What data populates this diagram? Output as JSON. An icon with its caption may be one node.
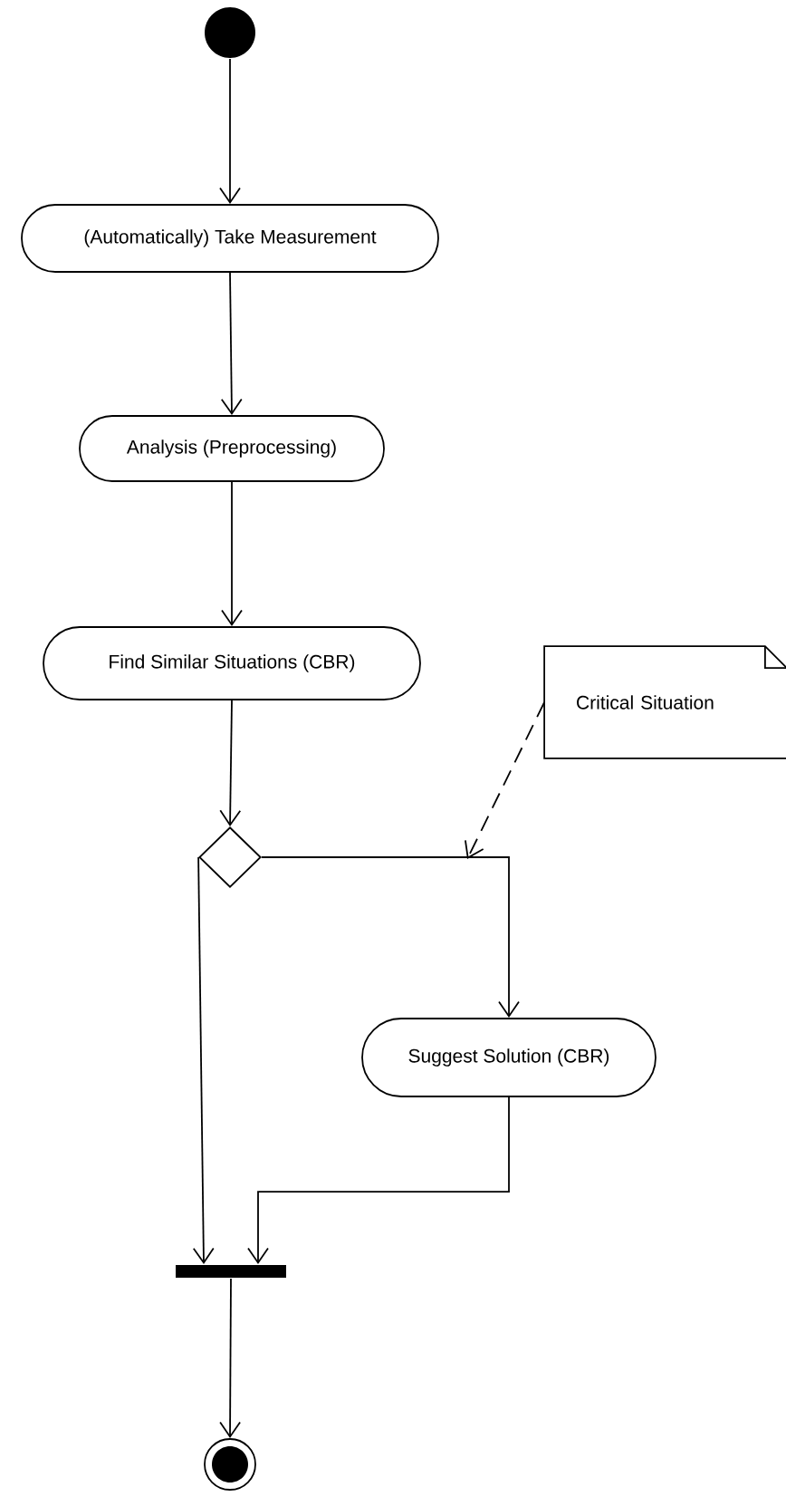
{
  "diagram": {
    "nodes": [
      {
        "text": [],
        "shape": "circle"
      },
      {
        "text": [
          "(Automatically) Take Measurement"
        ]
      },
      {
        "text": [
          "Analysis (Preprocessing)"
        ]
      },
      {
        "text": [
          "Find Similar Situations (CBR)"
        ]
      },
      {
        "text": [],
        "shape": "diamond"
      },
      {
        "text": [
          "Critical Situation"
        ]
      },
      {
        "text": [
          "Suggest Solution (CBR)"
        ]
      },
      {
        "text": [],
        "shape": "bar"
      },
      {
        "text": [],
        "shape": "circle"
      }
    ],
    "edges": [
      {
        "from": 0,
        "to": 1,
        "arrow": "to"
      },
      {
        "from": 1,
        "to": 2,
        "arrow": "to"
      },
      {
        "from": 2,
        "to": 3,
        "arrow": "to"
      },
      {
        "from": 3,
        "to": 4,
        "arrow": "to"
      },
      {
        "from": 4,
        "to": 6,
        "arrow": "to"
      },
      {
        "from": 4,
        "to": 7,
        "arrow": "to"
      },
      {
        "from": 6,
        "to": 7,
        "arrow": "to"
      },
      {
        "from": 7,
        "to": 8,
        "arrow": "to"
      },
      {
        "from": 5,
        "to": null,
        "arrow": "to",
        "style": "dashed"
      }
    ]
  }
}
